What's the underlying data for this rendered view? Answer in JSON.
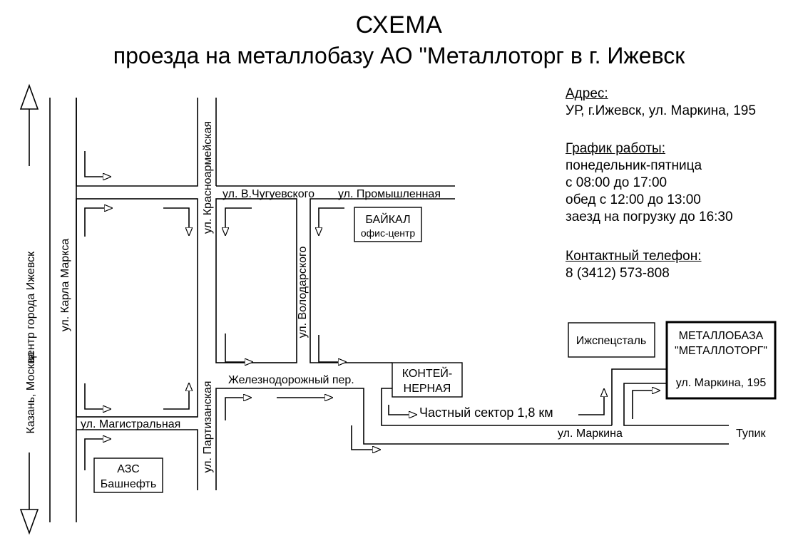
{
  "title": {
    "line1": "СХЕМА",
    "line2": "проезда на металлобазу АО \"Металлоторг в г. Ижевск"
  },
  "info": {
    "address_head": "Адрес:",
    "address_value": "УР, г.Ижевск, ул. Маркина, 195",
    "schedule_head": "График работы:",
    "schedule_lines": [
      "понедельник-пятница",
      "с 08:00 до 17:00",
      "обед с 12:00 до 13:00",
      "заезд на погрузку до 16:30"
    ],
    "phone_head": "Контактный телефон:",
    "phone_value": "8 (3412) 573-808"
  },
  "directions": {
    "north": "центр города Ижевск",
    "south": "Казань, Москва"
  },
  "streets": {
    "karla_marksa": "ул. Карла Маркса",
    "krasnoarmeyskaya": "ул. Красноармейская",
    "partizanskaya": "ул. Партизанская",
    "volodarskogo": "ул. Володарского",
    "chugyevskogo": "ул. В.Чугуевского",
    "promyshlennaya": "ул. Промышленная",
    "zheleznodorozhny": "Железнодорожный пер.",
    "magistralnaya": "ул. Магистральная",
    "markina": "ул. Маркина",
    "tupik": "Тупик",
    "private_sector": "Частный сектор 1,8 км"
  },
  "buildings": {
    "baikal_name": "БАЙКАЛ",
    "baikal_sub": "офис-центр",
    "container_line1": "КОНТЕЙ-",
    "container_line2": "НЕРНАЯ",
    "izhspetsstal": "Ижспецсталь",
    "azs_line1": "АЗС",
    "azs_line2": "Башнефть",
    "target_line1": "МЕТАЛЛОБАЗА",
    "target_line2": "\"МЕТАЛЛОТОРГ\"",
    "target_address": "ул. Маркина, 195"
  }
}
